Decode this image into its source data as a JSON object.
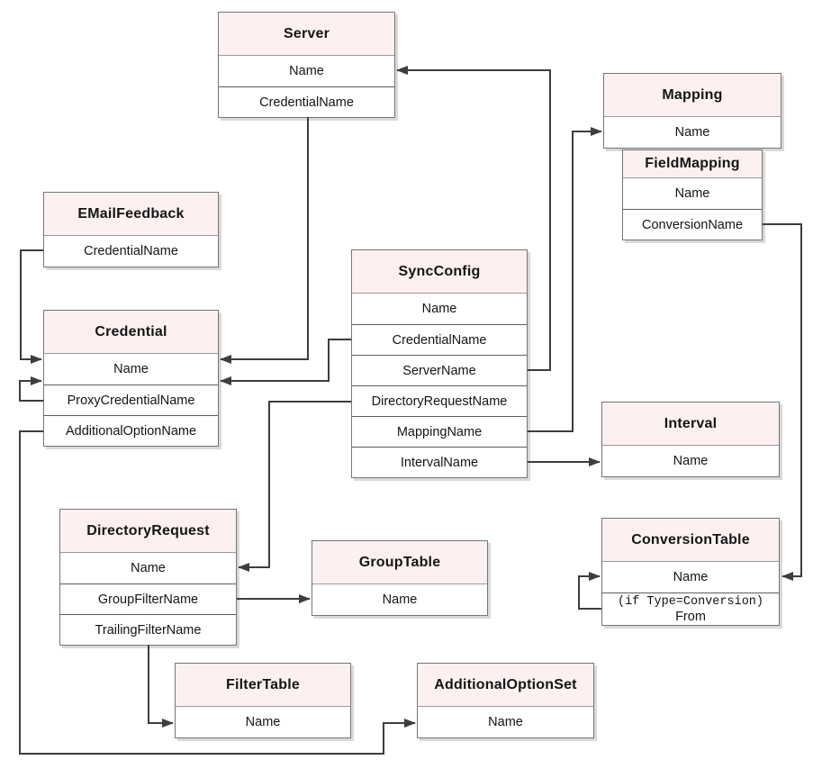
{
  "entities": {
    "server": {
      "title": "Server",
      "rows": [
        "Name",
        "CredentialName"
      ]
    },
    "mapping": {
      "title": "Mapping",
      "rows": [
        "Name"
      ]
    },
    "field_mapping": {
      "title": "FieldMapping",
      "rows": [
        "Name",
        "ConversionName"
      ]
    },
    "email_feedback": {
      "title": "EMailFeedback",
      "rows": [
        "CredentialName"
      ]
    },
    "credential": {
      "title": "Credential",
      "rows": [
        "Name",
        "ProxyCredentialName",
        "AdditionalOptionName"
      ]
    },
    "sync_config": {
      "title": "SyncConfig",
      "rows": [
        "Name",
        "CredentialName",
        "ServerName",
        "DirectoryRequestName",
        "MappingName",
        "IntervalName"
      ]
    },
    "interval": {
      "title": "Interval",
      "rows": [
        "Name"
      ]
    },
    "conversion_table": {
      "title": "ConversionTable",
      "rows": [
        "Name"
      ],
      "condition_row": {
        "line1": "(if Type=Conversion)",
        "line2": "From"
      }
    },
    "directory_request": {
      "title": "DirectoryRequest",
      "rows": [
        "Name",
        "GroupFilterName",
        "TrailingFilterName"
      ]
    },
    "group_table": {
      "title": "GroupTable",
      "rows": [
        "Name"
      ]
    },
    "filter_table": {
      "title": "FilterTable",
      "rows": [
        "Name"
      ]
    },
    "additional_option_set": {
      "title": "AdditionalOptionSet",
      "rows": [
        "Name"
      ]
    }
  },
  "connections": [
    {
      "from": "EMailFeedback.CredentialName",
      "to": "Credential.Name"
    },
    {
      "from": "Credential.ProxyCredentialName",
      "to": "Credential.Name"
    },
    {
      "from": "Credential.AdditionalOptionName",
      "to": "AdditionalOptionSet.Name"
    },
    {
      "from": "Server.CredentialName",
      "to": "Credential.Name"
    },
    {
      "from": "SyncConfig.CredentialName",
      "to": "Credential.Name"
    },
    {
      "from": "SyncConfig.ServerName",
      "to": "Server.Name"
    },
    {
      "from": "SyncConfig.DirectoryRequestName",
      "to": "DirectoryRequest.Name"
    },
    {
      "from": "SyncConfig.MappingName",
      "to": "Mapping.Name"
    },
    {
      "from": "SyncConfig.IntervalName",
      "to": "Interval.Name"
    },
    {
      "from": "FieldMapping.ConversionName",
      "to": "ConversionTable.Name"
    },
    {
      "from": "ConversionTable.From",
      "to": "ConversionTable.Name"
    },
    {
      "from": "DirectoryRequest.GroupFilterName",
      "to": "GroupTable.Name"
    },
    {
      "from": "DirectoryRequest.TrailingFilterName",
      "to": "FilterTable.Name"
    }
  ],
  "colors": {
    "header_fill": "#fcf1f0",
    "box_border": "#757575",
    "row_separator": "#5e5e5e",
    "connector": "#3d3d3d",
    "text": "#141414",
    "background": "#ffffff"
  }
}
